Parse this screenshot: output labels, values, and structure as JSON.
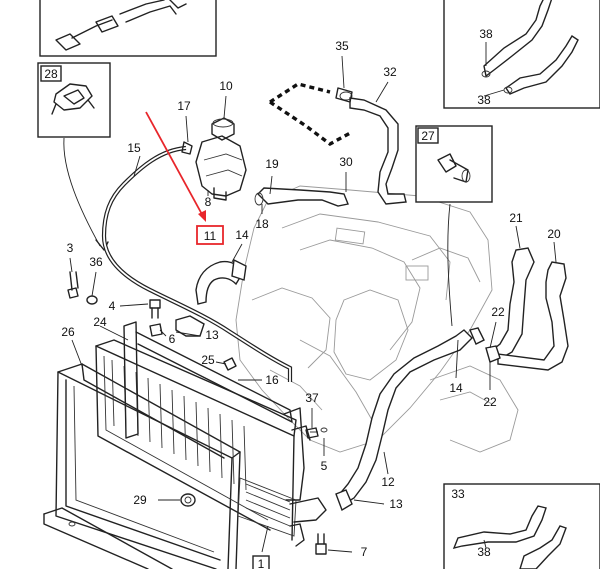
{
  "accent_color": "#e8262b",
  "labels": {
    "p1": "1",
    "p3": "3",
    "p4": "4",
    "p5": "5",
    "p6": "6",
    "p7": "7",
    "p8": "8",
    "p10": "10",
    "p11": "11",
    "p12": "12",
    "p13a": "13",
    "p13b": "13",
    "p14a": "14",
    "p14b": "14",
    "p15": "15",
    "p16": "16",
    "p17": "17",
    "p18": "18",
    "p19": "19",
    "p20": "20",
    "p21": "21",
    "p22a": "22",
    "p22b": "22",
    "p24": "24",
    "p25": "25",
    "p26": "26",
    "p27": "27",
    "p28": "28",
    "p29": "29",
    "p30": "30",
    "p32": "32",
    "p33": "33",
    "p35": "35",
    "p36": "36",
    "p37": "37",
    "p38a": "38",
    "p38b": "38",
    "p38c": "38"
  }
}
